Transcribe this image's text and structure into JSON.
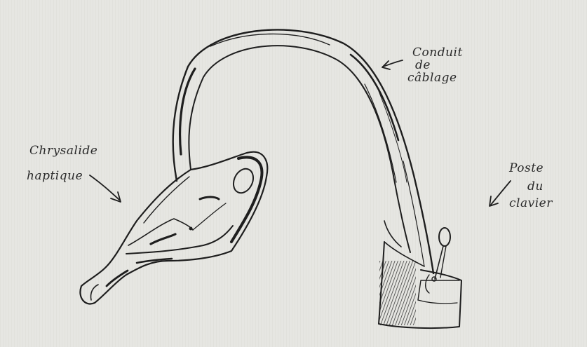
{
  "labels": {
    "chrysalide": [
      "Chrysalide",
      "haptique"
    ],
    "conduit": [
      "Conduit",
      "de",
      "câblage"
    ],
    "poste": [
      "Poste",
      "du",
      "clavier"
    ]
  },
  "colors": {
    "paper": "#e6e6e2",
    "ink": "#1e1e1e"
  }
}
